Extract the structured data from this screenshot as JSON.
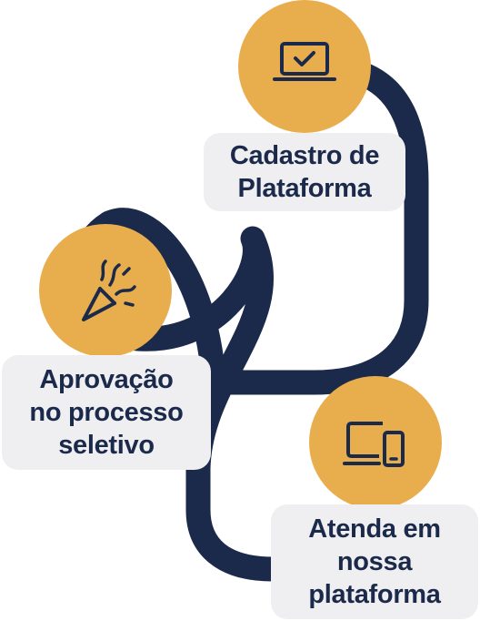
{
  "steps": [
    {
      "id": "cadastro",
      "icon": "laptop-check-icon",
      "lines": [
        "Cadastro de",
        "Plataforma"
      ]
    },
    {
      "id": "aprovacao",
      "icon": "party-popper-icon",
      "lines": [
        "Aprovação",
        "no processo",
        "seletivo"
      ]
    },
    {
      "id": "atenda",
      "icon": "devices-icon",
      "lines": [
        "Atenda em",
        "nossa",
        "plataforma"
      ]
    }
  ],
  "colors": {
    "path": "#1B2A4A",
    "circle": "#E8AE4E",
    "label_bg": "#EFEEF1",
    "text": "#1B2A4A"
  }
}
